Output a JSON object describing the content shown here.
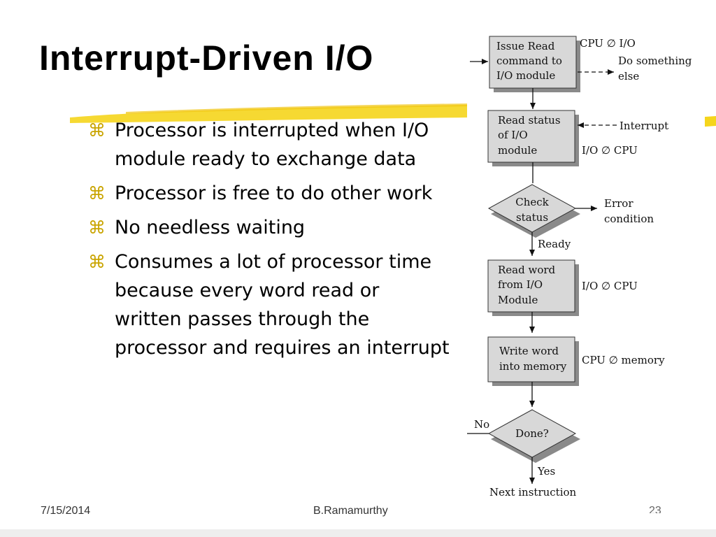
{
  "slide": {
    "title": "Interrupt-Driven I/O",
    "bullet_glyph": "⌘",
    "bullets": [
      "Processor is interrupted when I/O module ready to exchange data",
      "Processor is free to do other work",
      "No needless waiting",
      "Consumes a lot of processor time because every word read or written passes through the processor and requires an interrupt"
    ],
    "footer": {
      "date": "7/15/2014",
      "author": "B.Ramamurthy",
      "page": "23"
    },
    "colors": {
      "accent": "#f5d51c",
      "bullet": "#c9a400",
      "box": "#d8d8d8",
      "shadow": "#8a8a8a"
    }
  },
  "flowchart": {
    "box_issue": [
      "Issue Read",
      "command to",
      "I/O module"
    ],
    "note_cpu_io": "CPU ∅ I/O",
    "note_do_something": [
      "Do something",
      "else"
    ],
    "box_read_status": [
      "Read status",
      "of I/O",
      "module"
    ],
    "note_interrupt": "Interrupt",
    "note_io_cpu_1": "I/O ∅ CPU",
    "decision_check": [
      "Check",
      "status"
    ],
    "note_error": [
      "Error",
      "condition"
    ],
    "label_ready": "Ready",
    "box_read_word": [
      "Read word",
      "from I/O",
      "Module"
    ],
    "note_io_cpu_2": "I/O ∅ CPU",
    "box_write_word": [
      "Write word",
      "into memory"
    ],
    "note_cpu_memory": "CPU ∅ memory",
    "decision_done": "Done?",
    "label_no": "No",
    "label_yes": "Yes",
    "label_next": "Next instruction"
  }
}
